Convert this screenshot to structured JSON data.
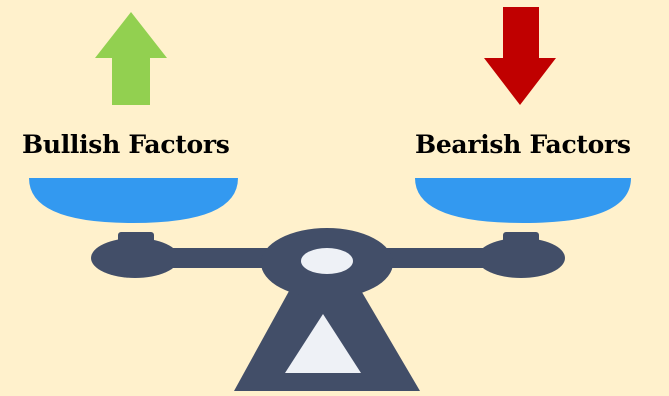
{
  "left": {
    "label": "Bullish Factors",
    "arrow_direction": "up",
    "arrow_color": "#92d050"
  },
  "right": {
    "label": "Bearish Factors",
    "arrow_direction": "down",
    "arrow_color": "#c00000"
  },
  "colors": {
    "background": "#fff1cc",
    "scale_pans": "#3399f0",
    "scale_body": "#424e68",
    "scale_highlight": "#eef1f6"
  },
  "icons": [
    "up-arrow-icon",
    "down-arrow-icon",
    "balance-scale-icon"
  ]
}
